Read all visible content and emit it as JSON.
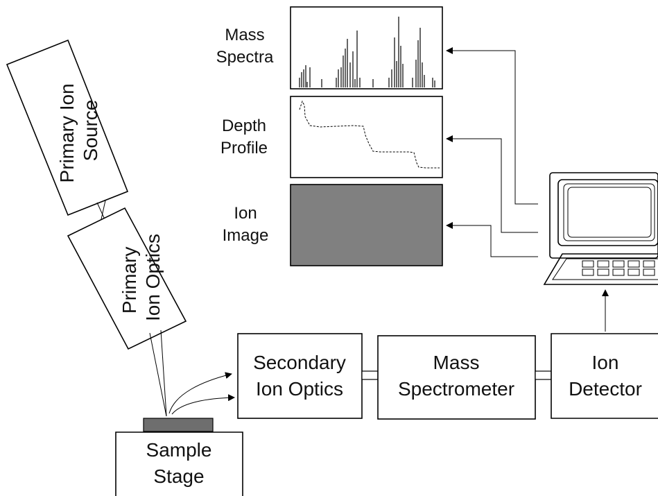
{
  "colors": {
    "line": "#000000",
    "ion_image_fill": "#808080",
    "sample_fill": "#6e6e6e",
    "background": "#ffffff"
  },
  "components": {
    "primary_ion_source": {
      "line1": "Primary Ion",
      "line2": "Source"
    },
    "primary_ion_optics": {
      "line1": "Primary",
      "line2": "Ion Optics"
    },
    "sample_stage": {
      "line1": "Sample",
      "line2": "Stage"
    },
    "secondary_ion_optics": {
      "line1": "Secondary",
      "line2": "Ion Optics"
    },
    "mass_spectrometer": {
      "line1": "Mass",
      "line2": "Spectrometer"
    },
    "ion_detector": {
      "line1": "Ion",
      "line2": "Detector"
    }
  },
  "outputs": {
    "mass_spectra": {
      "line1": "Mass",
      "line2": "Spectra"
    },
    "depth_profile": {
      "line1": "Depth",
      "line2": "Profile"
    },
    "ion_image": {
      "line1": "Ion",
      "line2": "Image"
    }
  },
  "icons": [
    "computer-icon",
    "mass-spectrum-plot",
    "depth-profile-plot"
  ]
}
